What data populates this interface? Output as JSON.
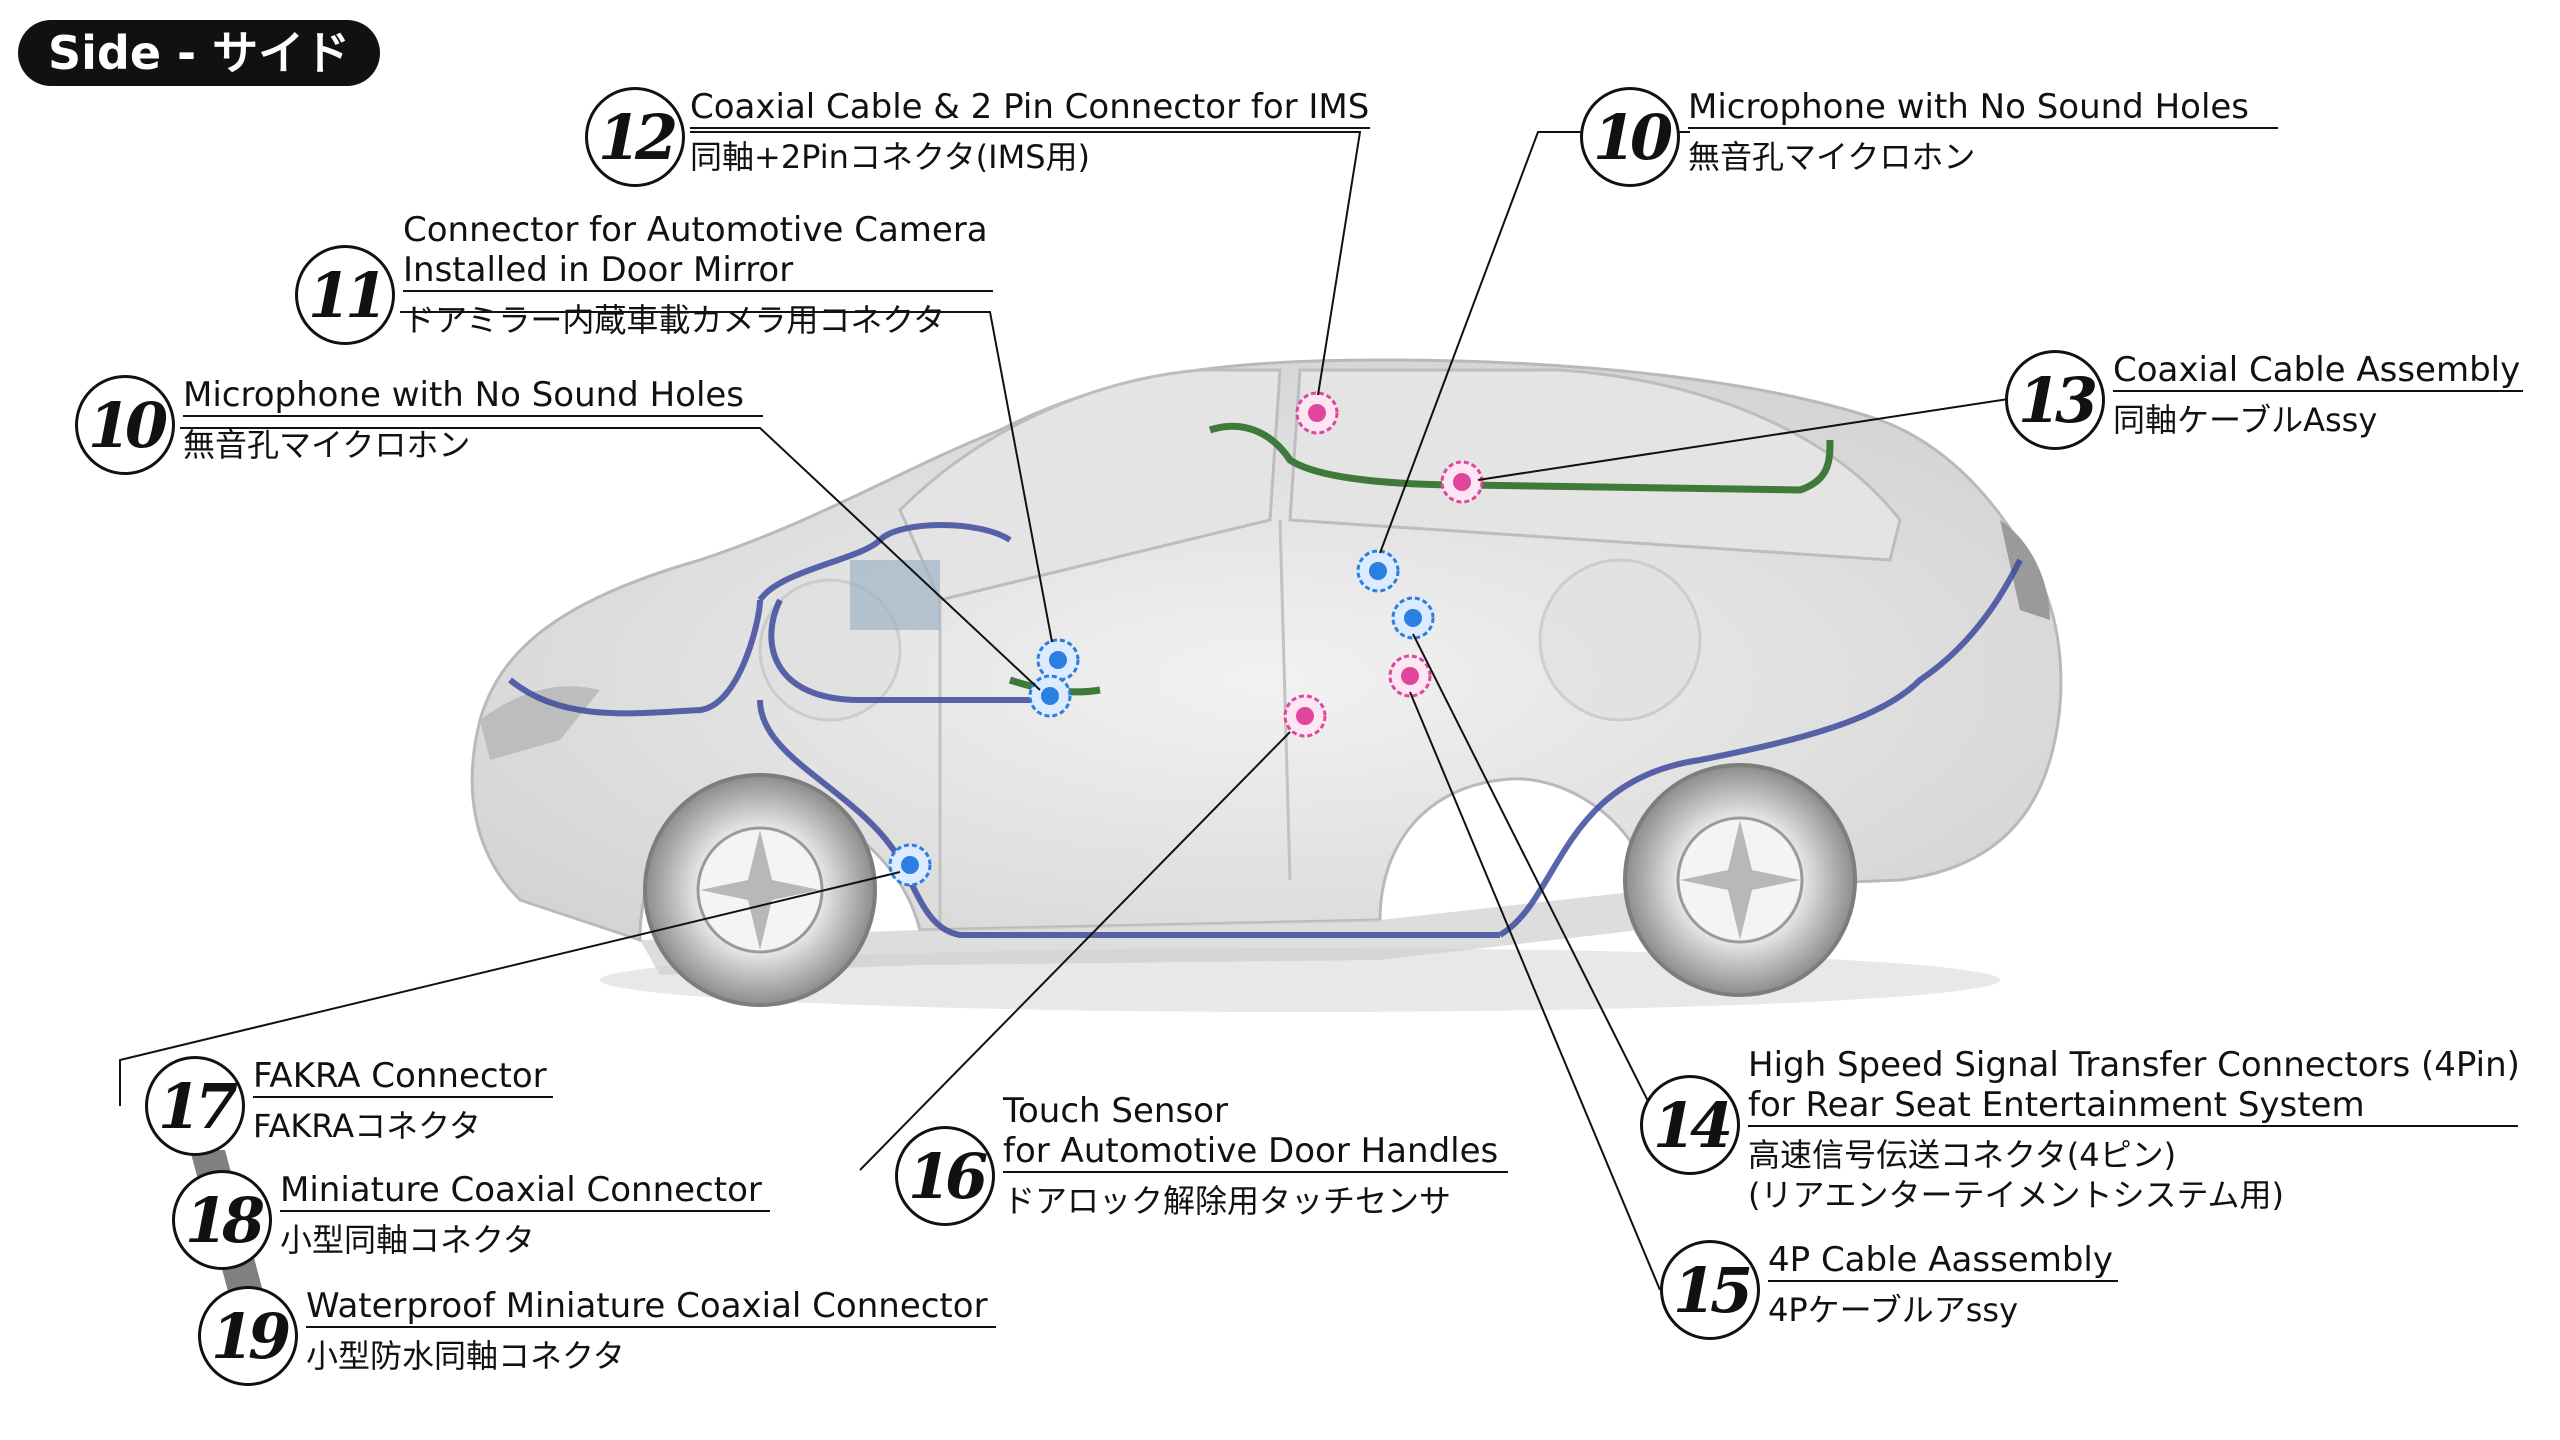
{
  "header": {
    "label": "Side - サイド"
  },
  "callouts": [
    {
      "number": "12",
      "en": [
        "Coaxial Cable & 2 Pin Connector for IMS"
      ],
      "ja": [
        "同軸+2Pinコネクタ(IMS用)"
      ]
    },
    {
      "number": "11",
      "en": [
        "Connector for Automotive Camera",
        "Installed in Door Mirror"
      ],
      "ja": [
        "ドアミラー内蔵車載カメラ用コネクタ"
      ]
    },
    {
      "number": "10",
      "en": [
        "Microphone with No Sound Holes"
      ],
      "ja": [
        "無音孔マイクロホン"
      ]
    },
    {
      "number": "10",
      "en": [
        "Microphone with No Sound Holes"
      ],
      "ja": [
        "無音孔マイクロホン"
      ]
    },
    {
      "number": "13",
      "en": [
        "Coaxial Cable Assembly"
      ],
      "ja": [
        "同軸ケーブルAssy"
      ]
    },
    {
      "number": "17",
      "en": [
        "FAKRA Connector"
      ],
      "ja": [
        "FAKRAコネクタ"
      ]
    },
    {
      "number": "18",
      "en": [
        "Miniature Coaxial Connector"
      ],
      "ja": [
        "小型同軸コネクタ"
      ]
    },
    {
      "number": "19",
      "en": [
        "Waterproof Miniature Coaxial Connector"
      ],
      "ja": [
        "小型防水同軸コネクタ"
      ]
    },
    {
      "number": "16",
      "en": [
        "Touch Sensor",
        "for Automotive Door Handles"
      ],
      "ja": [
        "ドアロック解除用タッチセンサ"
      ]
    },
    {
      "number": "14",
      "en": [
        "High Speed Signal Transfer Connectors (4Pin)",
        "for Rear Seat Entertainment System"
      ],
      "ja": [
        "高速信号伝送コネクタ(4ピン)",
        "(リアエンターテイメントシステム用)"
      ]
    },
    {
      "number": "15",
      "en": [
        "4P Cable Aassembly"
      ],
      "ja": [
        "4Pケーブルアssy"
      ]
    }
  ],
  "colors": {
    "harness_blue": "#3d4a9c",
    "harness_green": "#3f7a3a",
    "marker_blue": "#2a7fe0",
    "marker_pink": "#e0469c",
    "label": "#111111"
  }
}
